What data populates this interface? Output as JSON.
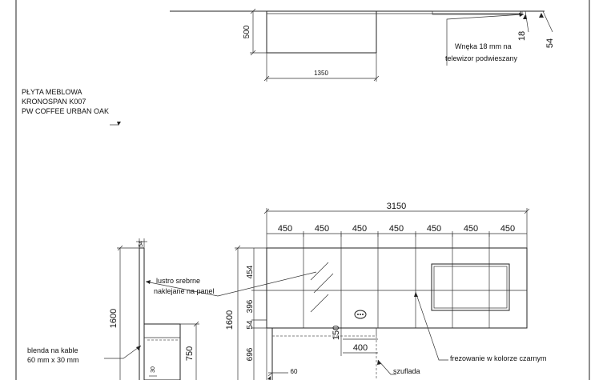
{
  "material": {
    "line1": "PŁYTA MEBLOWA",
    "line2": "KRONOSPAN K007",
    "line3": "PW COFFEE URBAN OAK"
  },
  "top_view": {
    "depth": "500",
    "width": "1350",
    "niche_note_line1": "Wnęka 18 mm na",
    "niche_note_line2": "telewizor podwieszany",
    "dim_18": "18",
    "dim_54": "54"
  },
  "front_view": {
    "total_width": "3150",
    "module_widths": [
      "450",
      "450",
      "450",
      "450",
      "450",
      "450",
      "450"
    ],
    "height_1600_left": "1600",
    "height_1600_right": "1600",
    "dim_454": "454",
    "dim_396": "396",
    "dim_54_side": "54",
    "dim_54_top": "54",
    "dim_696": "696",
    "dim_750": "750",
    "dim_150": "150",
    "dim_400": "400",
    "dim_60": "60",
    "dim_30": "30",
    "mirror_note_line1": "lustro srebrne",
    "mirror_note_line2": "naklejane na panel",
    "cable_note_line1": "blenda na kable",
    "cable_note_line2": "60 mm x 30 mm",
    "milling_note": "frezowanie w kolorze czarnym",
    "drawer_note": "szuflada"
  }
}
